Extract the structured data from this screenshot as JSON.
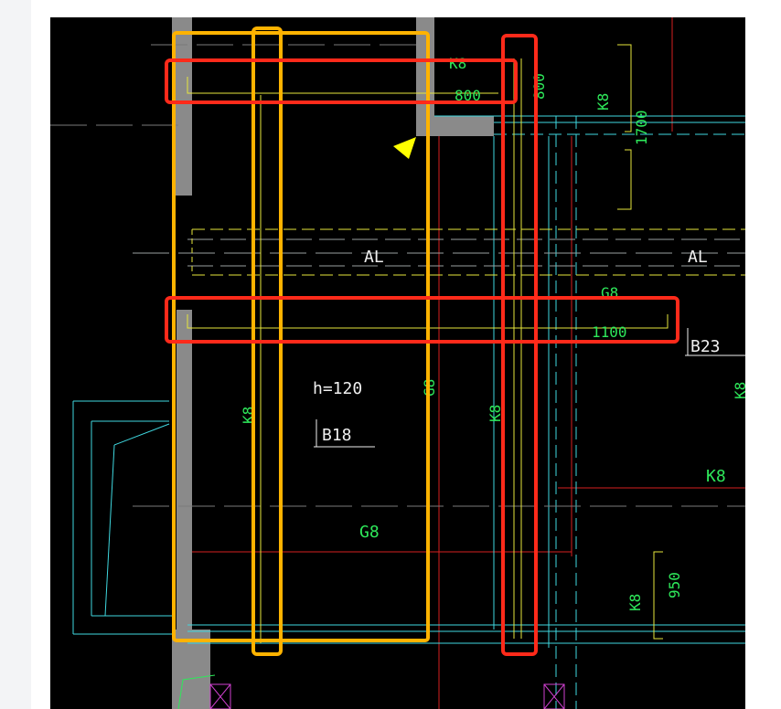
{
  "colors": {
    "background": "#000000",
    "wall_fill": "#8a8a8a",
    "cyan": "#3fd8e0",
    "yellow": "#e6e63c",
    "green": "#2ee85a",
    "white": "#f0f0f0",
    "red_line": "#d62020",
    "highlight_red": "#ff2a1a",
    "highlight_orange": "#ffb300",
    "pointer": "#ffff00"
  },
  "labels": {
    "k8_top": "K8",
    "len_800_top": "800",
    "len_800_vertical": "800",
    "k8_right_top": "K8",
    "len_1700": "1700",
    "al_left": "AL",
    "al_right": "AL",
    "g8_mid": "G8",
    "len_1100": "1100",
    "b23": "B23",
    "k8_right_edge": "K8",
    "h120": "h=120",
    "b18": "B18",
    "g8_vertical": "G8",
    "k8_left": "K8",
    "k8_center": "K8",
    "k8_right_mid": "K8",
    "g8_bottom": "G8",
    "k8_bottom": "K8",
    "len_950": "950"
  }
}
